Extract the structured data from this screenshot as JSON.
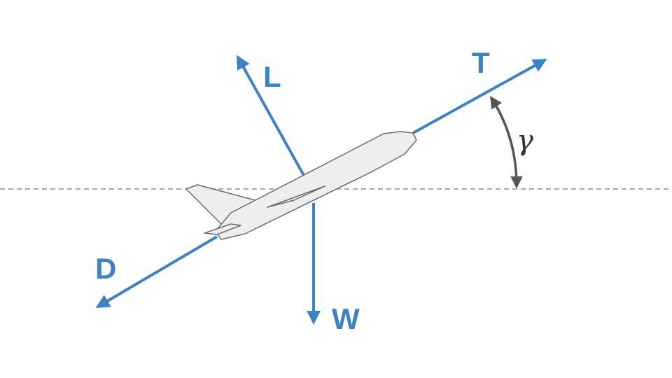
{
  "diagram": {
    "forces": {
      "thrust": "T",
      "lift": "L",
      "drag": "D",
      "weight": "W"
    },
    "angle": "γ"
  },
  "colors": {
    "force_vector": "#3d82c4",
    "angle_arc": "#555555",
    "horizon": "#aaaaaa",
    "aircraft_fill": "#eeeeee",
    "aircraft_stroke": "#6b6b6b"
  }
}
